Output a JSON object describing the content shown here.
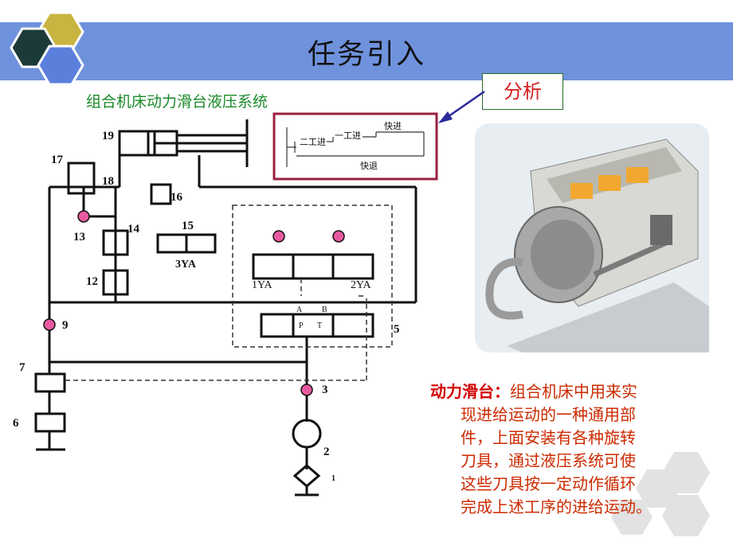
{
  "title": "任务引入",
  "subtitle": "组合机床动力滑台液压系统",
  "analysis_label": "分析",
  "cycle": {
    "fast_forward": "快进",
    "first_feed": "一工进",
    "second_feed": "二工进",
    "fast_return": "快退"
  },
  "component_numbers": [
    "1",
    "2",
    "3",
    "5",
    "6",
    "7",
    "9",
    "12",
    "13",
    "14",
    "15",
    "16",
    "17",
    "18",
    "19"
  ],
  "solenoids": {
    "left": "1YA",
    "right": "2YA",
    "valve14": "3YA"
  },
  "ports": {
    "A": "A",
    "B": "B",
    "P": "P",
    "T": "T"
  },
  "description": {
    "term": "动力滑台：",
    "lines": [
      "组合机床中用来实",
      "现进给运动的一种通用部",
      "件，上面安装有各种旋转",
      "刀具，通过液压系统可使",
      "这些刀具按一定动作循环",
      "完成上述工序的进给运动。"
    ]
  },
  "colors": {
    "header": "#6f92dd",
    "hex_dark": "#1d3a3a",
    "hex_yellow": "#c8b440",
    "hex_blue": "#5b80dc",
    "subtitle": "#1a8a2a",
    "highlight_box": "#9b2040",
    "check_valve": "#e85aa0"
  }
}
